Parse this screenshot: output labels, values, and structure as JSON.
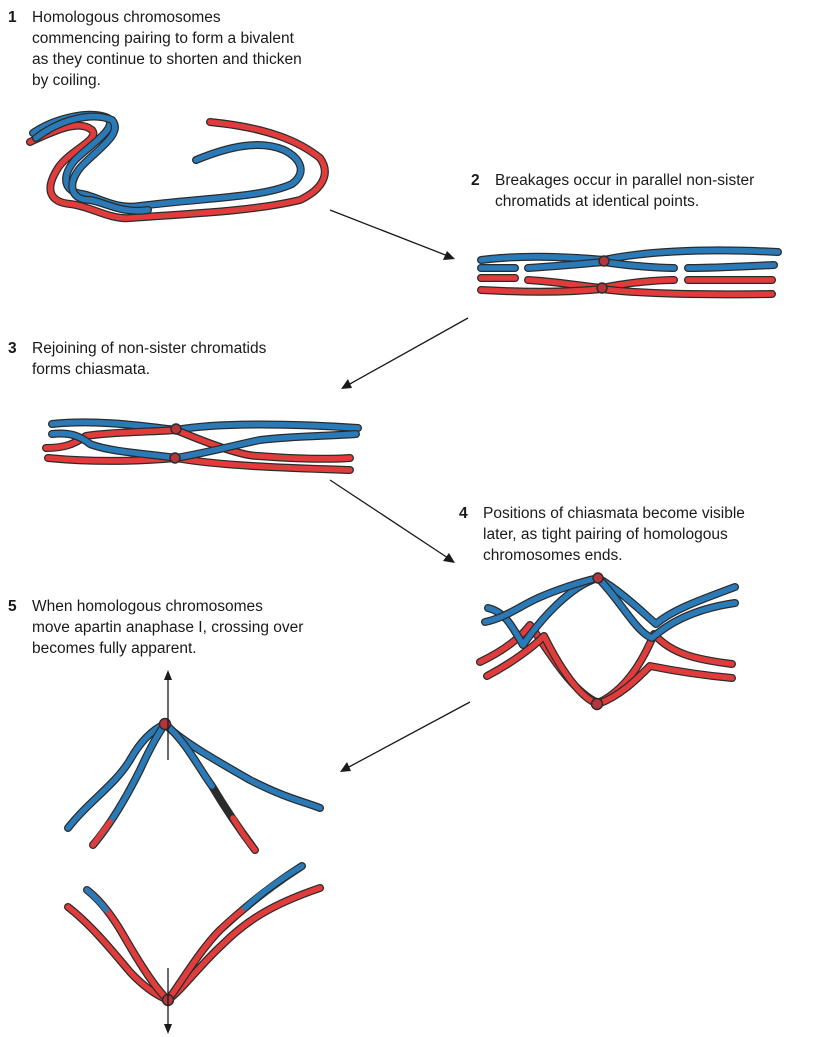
{
  "steps": [
    {
      "number": "1",
      "text": "Homologous chromosomes\ncommencing pairing to form a bivalent\nas they continue to shorten and thicken\nby coiling."
    },
    {
      "number": "2",
      "text": "Breakages occur in parallel non-sister\nchromatids at identical points."
    },
    {
      "number": "3",
      "text": "Rejoining of non-sister chromatids\nforms chiasmata."
    },
    {
      "number": "4",
      "text": "Positions of chiasmata become visible\nlater, as tight pairing of homologous\nchromosomes ends."
    },
    {
      "number": "5",
      "text": "When homologous chromosomes\nmove apartin anaphase I, crossing over\nbecomes fully apparent."
    }
  ],
  "colors": {
    "chromatid_a": "#2a7ab8",
    "chromatid_b": "#e03c3c",
    "centromere": "#b3363c",
    "outline": "#2b2b2b",
    "arrow": "#1a1a1a"
  }
}
